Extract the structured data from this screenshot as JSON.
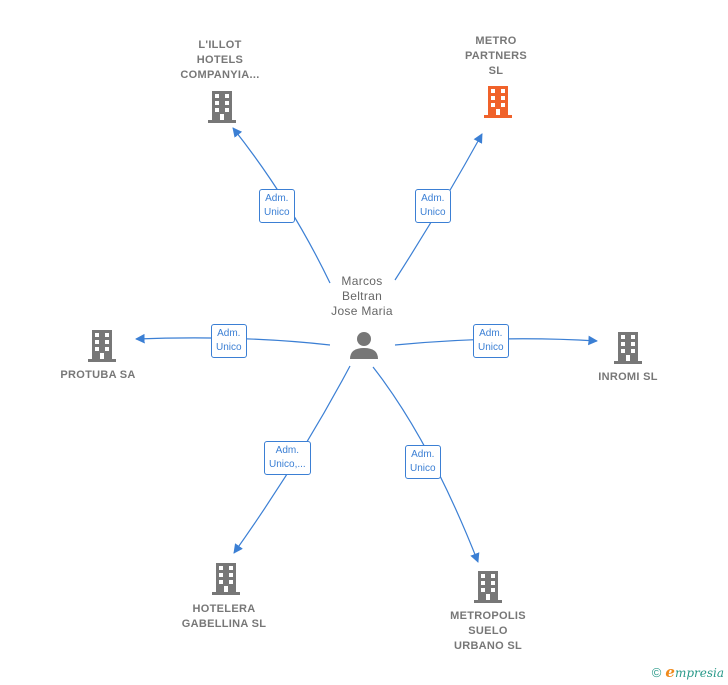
{
  "center": {
    "lines": [
      "Marcos",
      "Beltran",
      "Jose Maria"
    ],
    "icon": "person-icon"
  },
  "colors": {
    "edge": "#3b7fd4",
    "company": "#777777",
    "highlight_company": "#f0622a",
    "person": "#777777",
    "brand": "#2a9a8a"
  },
  "nodes": [
    {
      "key": "lillot",
      "lines": [
        "L'ILLOT",
        "HOTELS",
        "COMPANYIA..."
      ],
      "badge": [
        "Adm.",
        "Unico"
      ],
      "highlight": false,
      "icon": "building-icon"
    },
    {
      "key": "metro",
      "lines": [
        "METRO",
        "PARTNERS",
        "SL"
      ],
      "badge": [
        "Adm.",
        "Unico"
      ],
      "highlight": true,
      "icon": "building-icon"
    },
    {
      "key": "protuba",
      "lines": [
        "PROTUBA SA"
      ],
      "badge": [
        "Adm.",
        "Unico"
      ],
      "highlight": false,
      "icon": "building-icon"
    },
    {
      "key": "inromi",
      "lines": [
        "INROMI  SL"
      ],
      "badge": [
        "Adm.",
        "Unico"
      ],
      "highlight": false,
      "icon": "building-icon"
    },
    {
      "key": "hotelera",
      "lines": [
        "HOTELERA",
        "GABELLINA  SL"
      ],
      "badge": [
        "Adm.",
        "Unico,..."
      ],
      "highlight": false,
      "icon": "building-icon"
    },
    {
      "key": "metropolis",
      "lines": [
        "METROPOLIS",
        "SUELO",
        "URBANO  SL"
      ],
      "badge": [
        "Adm.",
        "Unico"
      ],
      "highlight": false,
      "icon": "building-icon"
    }
  ],
  "footer": {
    "copyright": "©",
    "brand_initial": "e",
    "brand_rest": "mpresia"
  }
}
